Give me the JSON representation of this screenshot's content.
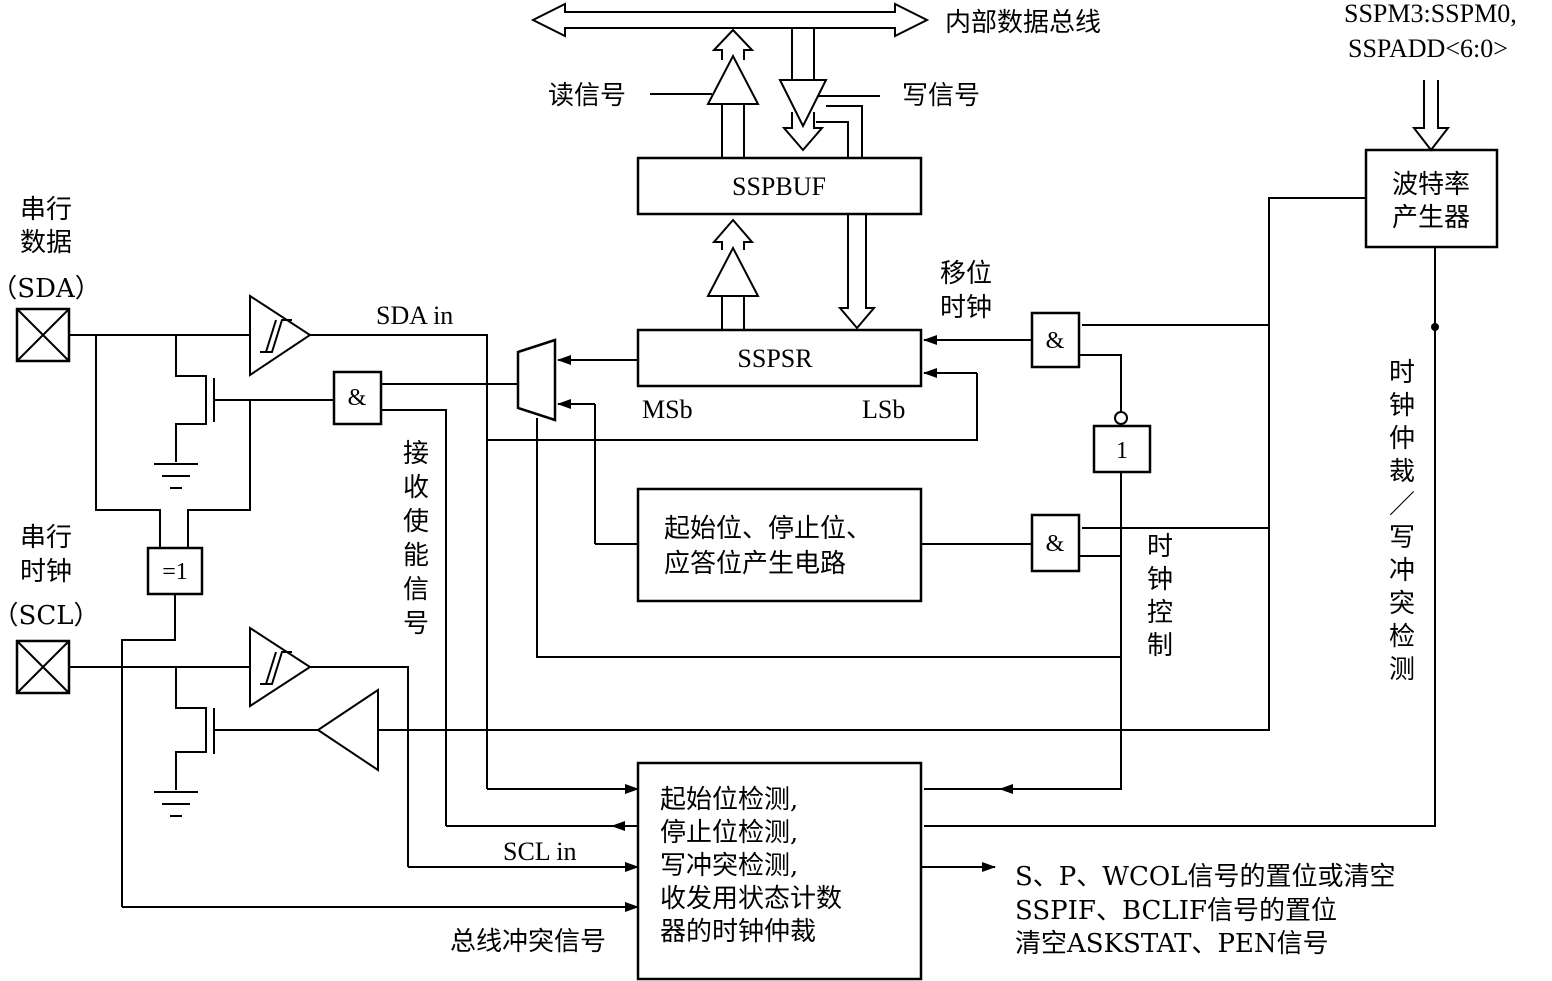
{
  "labels": {
    "internal_bus": "内部数据总线",
    "read_signal": "读信号",
    "write_signal": "写信号",
    "sspm": "SSPM3:SSPM0,",
    "sspadd": "SSPADD<6:0>",
    "sspbuf": "SSPBUF",
    "sspsr": "SSPSR",
    "msb": "MSb",
    "lsb": "LSb",
    "baud_line1": "波特率",
    "baud_line2": "产生器",
    "sda_line1": "串行",
    "sda_line2": "数据",
    "sda_pin": "（SDA）",
    "scl_line1": "串行",
    "scl_line2": "时钟",
    "scl_pin": "（SCL）",
    "sda_in": "SDA in",
    "scl_in": "SCL in",
    "shift_clock_line1": "移位",
    "shift_clock_line2": "时钟",
    "receive_enable": [
      "接",
      "收",
      "使",
      "能",
      "信",
      "号"
    ],
    "clock_control": [
      "时",
      "钟",
      "控",
      "制"
    ],
    "clock_stretch": [
      "时",
      "钟",
      "仲",
      "裁",
      "／",
      "写",
      "冲",
      "突",
      "检",
      "测"
    ],
    "start_stop_line1": "起始位、停止位、",
    "start_stop_line2": "应答位产生电路",
    "detect_line1": "起始位检测,",
    "detect_line2": "停止位检测,",
    "detect_line3": "写冲突检测,",
    "detect_line4": "收发用状态计数",
    "detect_line5": "器的时钟仲裁",
    "bus_conflict": "总线冲突信号",
    "out_line1": "S、P、WCOL信号的置位或清空",
    "out_line2": "SSPIF、BCLIF信号的置位",
    "out_line3": "清空ASKSTAT、PEN信号",
    "and_gate": "&",
    "xor_gate": "=1",
    "or_gate": "1"
  }
}
